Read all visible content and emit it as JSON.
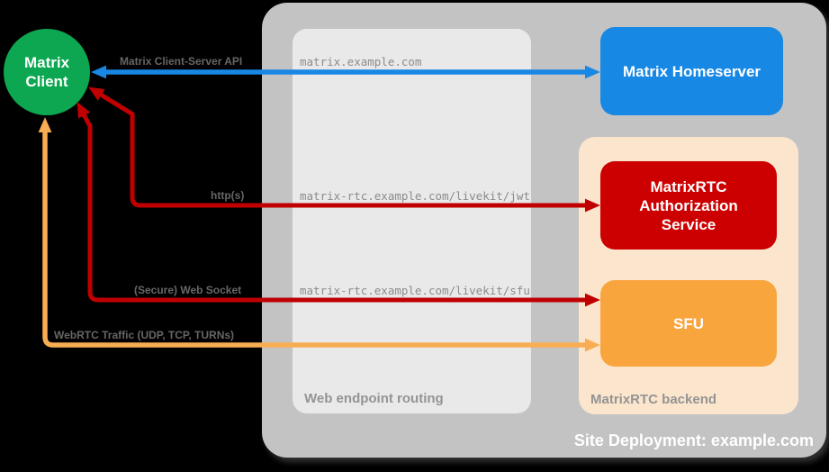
{
  "client": {
    "label": "Matrix\nClient",
    "line1": "Matrix",
    "line2": "Client",
    "color": "#0CA750"
  },
  "site": {
    "label": "Site Deployment: example.com",
    "bg": "#C3C3C3"
  },
  "routing": {
    "label": "Web endpoint routing",
    "bg": "#E9E9E9",
    "endpoints": [
      "matrix.example.com",
      "matrix-rtc.example.com/livekit/jwt",
      "matrix-rtc.example.com/livekit/sfu"
    ]
  },
  "backend": {
    "label": "MatrixRTC backend",
    "bg": "#FCE5CD",
    "auth": {
      "label": "MatrixRTC Authorization Service",
      "color": "#CC0000"
    },
    "sfu": {
      "label": "SFU",
      "color": "#F9A53E"
    }
  },
  "homeserver": {
    "label": "Matrix Homeserver",
    "color": "#1788E4"
  },
  "arrows": [
    {
      "name": "matrix-client-server-api",
      "label": "Matrix Client-Server API",
      "color": "#1788E4",
      "from": "Matrix Client",
      "to": "Matrix Homeserver",
      "via": "matrix.example.com",
      "bidirectional": true
    },
    {
      "name": "https",
      "label": "http(s)",
      "color": "#C00000",
      "from": "Matrix Client",
      "to": "MatrixRTC Authorization Service",
      "via": "matrix-rtc.example.com/livekit/jwt",
      "bidirectional": true
    },
    {
      "name": "secure-web-socket",
      "label": "(Secure) Web Socket",
      "color": "#C00000",
      "from": "Matrix Client",
      "to": "SFU",
      "via": "matrix-rtc.example.com/livekit/sfu",
      "bidirectional": true
    },
    {
      "name": "webrtc-traffic",
      "label": "WebRTC Traffic (UDP, TCP, TURNs)",
      "color": "#F9AD52",
      "from": "Matrix Client",
      "to": "SFU",
      "bidirectional": true
    }
  ]
}
